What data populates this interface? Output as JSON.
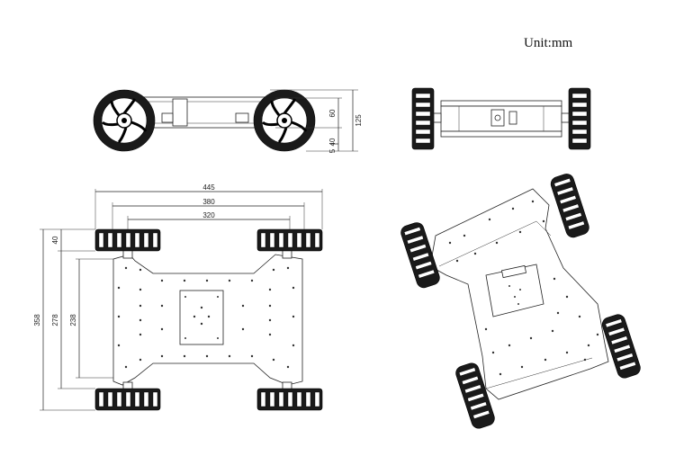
{
  "unit_label": "Unit:mm",
  "dimensions": {
    "side_height_total": "125",
    "side_height_body": "60",
    "side_clearance_a": "40",
    "side_clearance_b": "5",
    "top_length_total": "445",
    "top_length_mid": "380",
    "top_length_inner": "320",
    "top_width_total": "358",
    "top_width_mid": "278",
    "top_width_inner": "238",
    "top_wheel_width": "40"
  },
  "colors": {
    "line": "#222222",
    "tire": "#1a1a1a",
    "background": "#ffffff"
  }
}
